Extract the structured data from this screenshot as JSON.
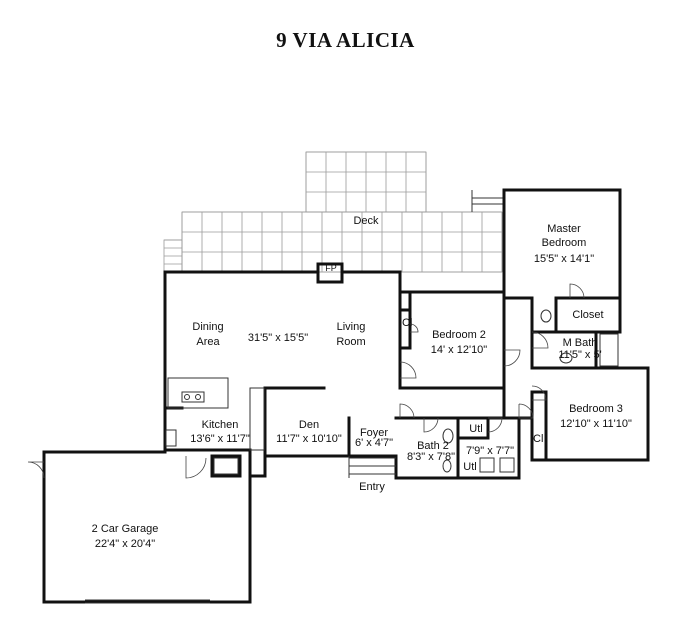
{
  "title": "9 VIA ALICIA",
  "rooms": {
    "deck": {
      "name": "Deck"
    },
    "fp": {
      "name": "FP"
    },
    "master_bedroom": {
      "name1": "Master",
      "name2": "Bedroom",
      "dims": "15'5\" x 14'1\""
    },
    "closet": {
      "name": "Closet"
    },
    "m_bath": {
      "name": "M Bath",
      "dims": "11'5\" x 5'"
    },
    "bedroom2": {
      "name": "Bedroom 2",
      "dims": "14' x 12'10\""
    },
    "cl_bedroom2": {
      "name": "Cl"
    },
    "dining": {
      "name1": "Dining",
      "name2": "Area"
    },
    "living": {
      "name1": "Living",
      "name2": "Room",
      "dims": "31'5\" x 15'5\""
    },
    "kitchen": {
      "name": "Kitchen",
      "dims": "13'6\" x 11'7\""
    },
    "den": {
      "name": "Den",
      "dims": "11'7\" x 10'10\""
    },
    "foyer": {
      "name": "Foyer",
      "dims": "6' x 4'7\""
    },
    "bath2": {
      "name": "Bath 2",
      "dims": "8'3\" x 7'8\""
    },
    "utl1": {
      "name": "Utl"
    },
    "utl2": {
      "name": "Utl",
      "dims": "7'9\" x 7'7\""
    },
    "bedroom3": {
      "name": "Bedroom 3",
      "dims": "12'10\" x 11'10\""
    },
    "cl_bedroom3": {
      "name": "Cl"
    },
    "entry": {
      "name": "Entry"
    },
    "garage": {
      "name": "2 Car Garage",
      "dims": "22'4\" x 20'4\""
    }
  }
}
